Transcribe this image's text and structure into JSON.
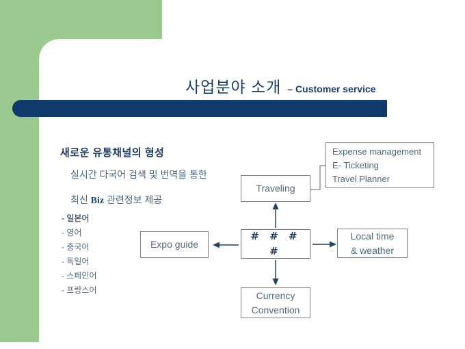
{
  "slide": {
    "title": {
      "korean": "사업분야 소개",
      "subtitle": "– Customer service"
    },
    "left_panel": {
      "heading": "새로운 유통채널의 형성",
      "body_line1": "실시간 다국어 검색 및 번역을 통한",
      "body_line2_prefix": "최신 ",
      "body_line2_biz": "Biz",
      "body_line2_suffix": " 관련정보 제공",
      "languages": [
        "- 일본어",
        "- 영어",
        "- 중국어",
        "- 독일어",
        "- 스페인어",
        "- 프랑스어"
      ]
    },
    "diagram": {
      "hub_label": "#  #  #  #",
      "traveling_label": "Traveling",
      "expo_label": "Expo guide",
      "local_time_line1": "Local time",
      "local_time_line2": "& weather",
      "currency_line1": "Currency",
      "currency_line2": "Convention",
      "services": [
        "Expense management",
        "E- Ticketing",
        "Travel Planner"
      ]
    },
    "colors": {
      "accent_green": "#9bca91",
      "bar_navy": "#113a6c",
      "title_navy": "#1c3e6e",
      "body_slate": "#4a6880",
      "box_text": "#4e6a7e",
      "box_border": "#7f7f7f",
      "arrow_navy": "#1f4464",
      "connector_gray": "#8a99a3"
    }
  }
}
